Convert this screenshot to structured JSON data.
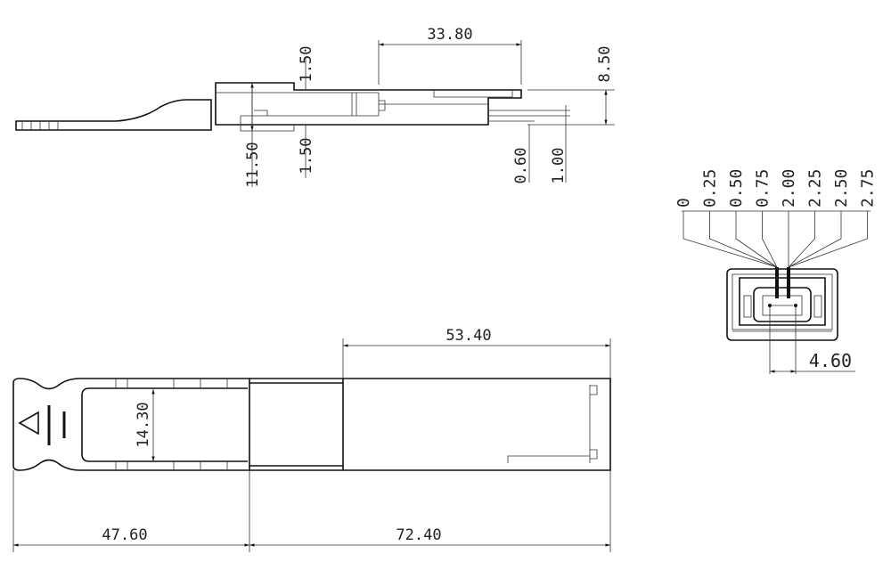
{
  "side_view": {
    "dims": {
      "top_length": "33.80",
      "height": "8.50",
      "ledge_top": "1.50",
      "ledge_bottom": "1.50",
      "body_height": "11.50",
      "pin_a": "0.60",
      "pin_b": "1.00"
    }
  },
  "end_view": {
    "pin_positions": [
      "0",
      "0.25",
      "0.50",
      "0.75",
      "2.00",
      "2.25",
      "2.50",
      "2.75"
    ],
    "pitch": "4.60"
  },
  "top_view": {
    "dims": {
      "housing_length": "53.40",
      "tab_length": "47.60",
      "body_length": "72.40",
      "tab_width": "14.30"
    },
    "markings": [
      "triangle",
      "bar"
    ]
  }
}
